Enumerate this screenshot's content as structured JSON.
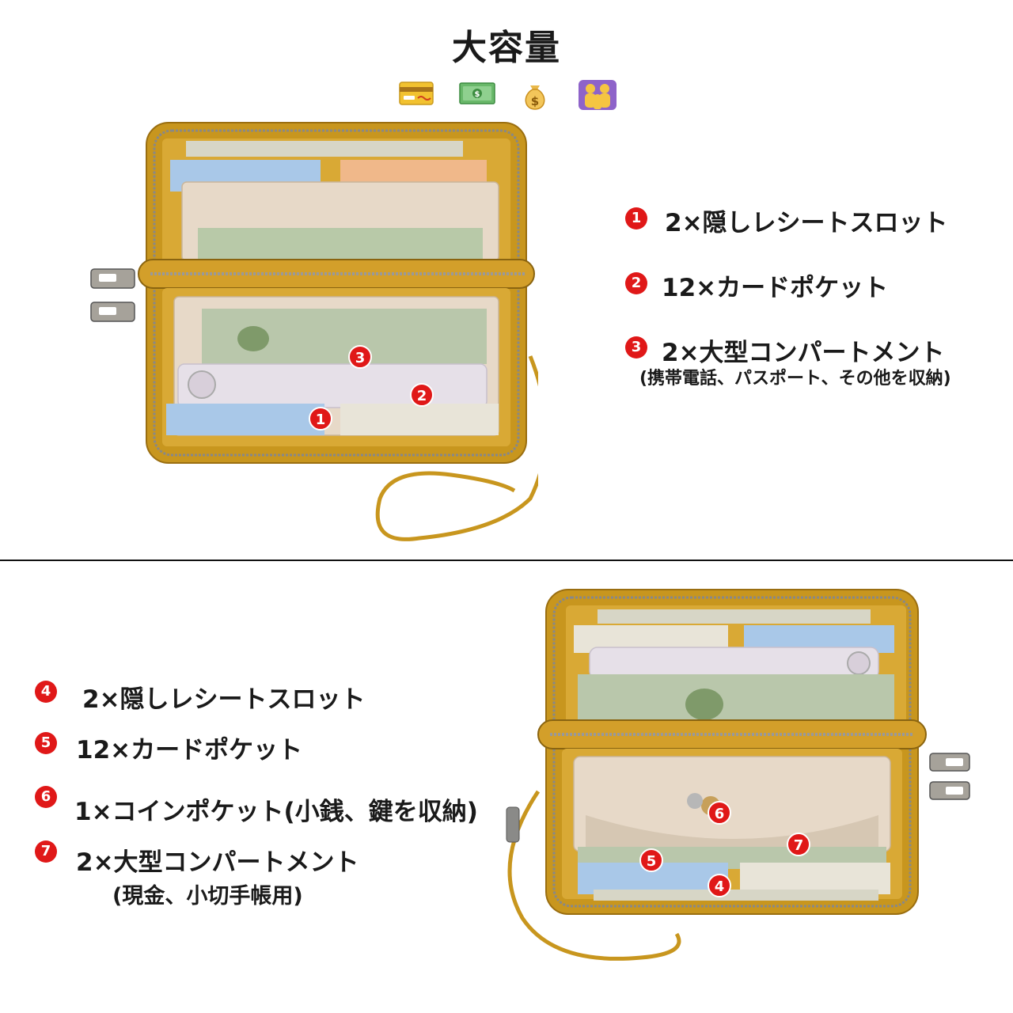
{
  "header": {
    "title": "大容量",
    "icons": [
      "credit-card-icon",
      "banknote-icon",
      "money-bag-icon",
      "family-icon"
    ]
  },
  "top_section": {
    "features": [
      {
        "num": "1",
        "text": "2×隠しレシートスロット"
      },
      {
        "num": "2",
        "text": "12×カードポケット"
      },
      {
        "num": "3",
        "text": "2×大型コンパートメント",
        "sub": "(携帯電話、パスポート、その他を収納)"
      }
    ],
    "markers": [
      "3",
      "2",
      "1"
    ]
  },
  "bottom_section": {
    "features": [
      {
        "num": "4",
        "text": "2×隠しレシートスロット"
      },
      {
        "num": "5",
        "text": "12×カードポケット"
      },
      {
        "num": "6",
        "text": "1×コインポケット(小銭、鍵を収納)"
      },
      {
        "num": "7",
        "text": "2×大型コンパートメント",
        "sub": "(現金、小切手帳用)"
      }
    ],
    "markers": [
      "6",
      "7",
      "5",
      "4"
    ]
  },
  "colors": {
    "leather": "#c8961e",
    "lining": "#e7d9c8",
    "badge": "#e01818"
  }
}
